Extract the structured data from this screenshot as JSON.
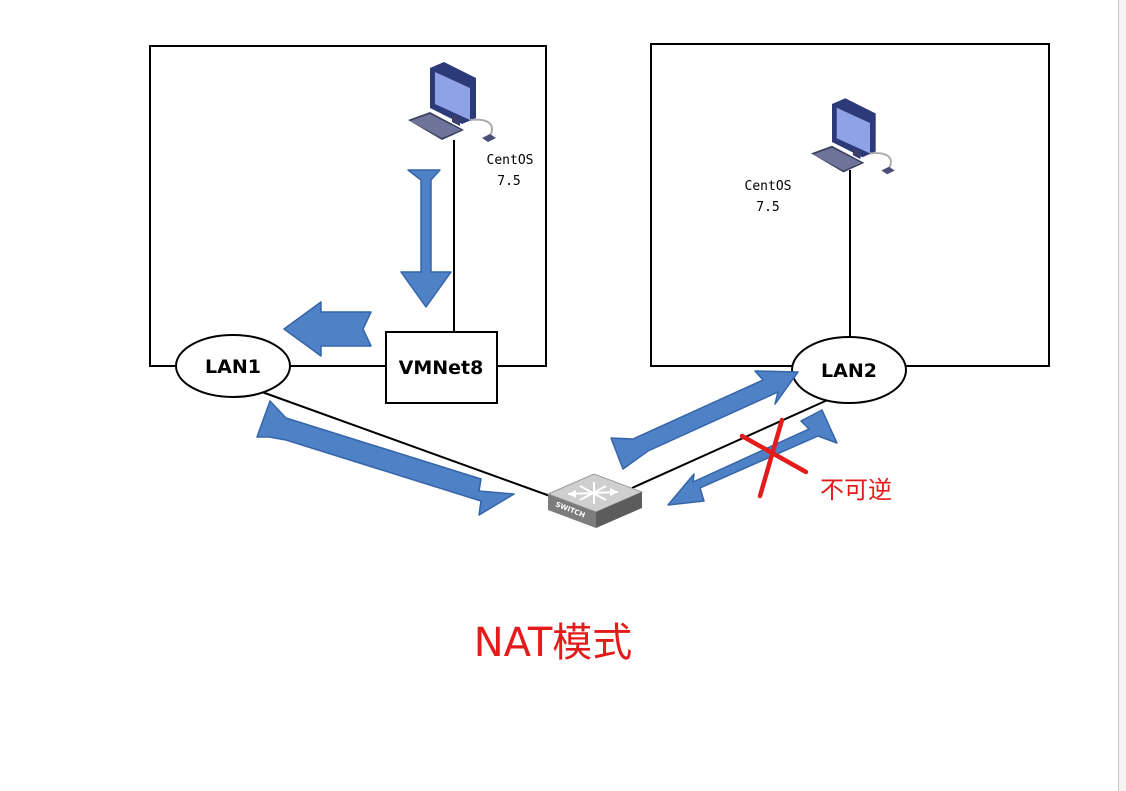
{
  "diagram": {
    "left_host": {
      "os_label": "CentOS",
      "os_version": "7.5"
    },
    "right_host": {
      "os_label": "CentOS",
      "os_version": "7.5"
    },
    "lan1_label": "LAN1",
    "lan2_label": "LAN2",
    "vmnet_label": "VMNet8",
    "switch_label": "SWITCH",
    "irreversible_label": "不可逆",
    "mode_title": "NAT模式"
  },
  "colors": {
    "arrow_fill": "#4f81c7",
    "cross_red": "#e31b1b",
    "title_red": "#e31b1b",
    "line": "#000000"
  }
}
